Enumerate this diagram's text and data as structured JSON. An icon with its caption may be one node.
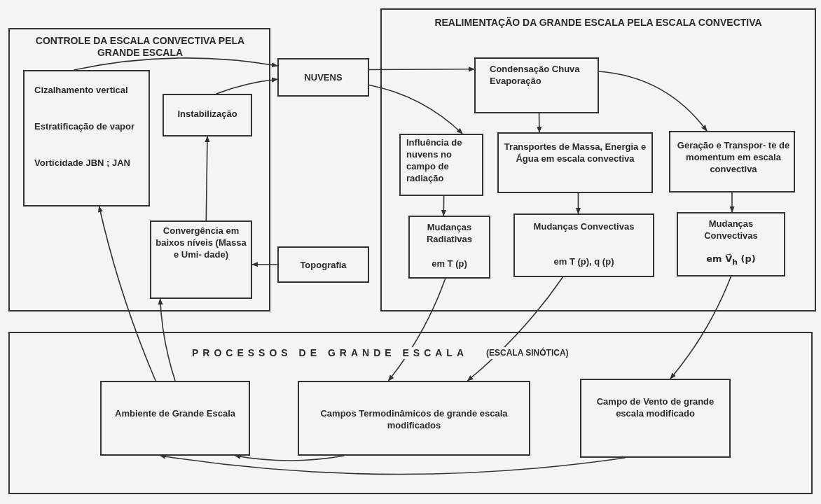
{
  "diagram": {
    "nodes": [
      {
        "text": [
          "CONTROLE DA ESCALA CONVECTIVA PELA GRANDE ESCALA"
        ]
      },
      {
        "text": [
          "Cizalhamento vertical",
          "Estratificação de vapor",
          "Vorticidade JBN ; JAN"
        ],
        "in": 0
      },
      {
        "text": [
          "Instabilização"
        ],
        "in": 0
      },
      {
        "text": [
          "Convergência em baixos níveis (Massa e Umi- dade)"
        ],
        "in": 0
      },
      {
        "text": [
          "NUVENS"
        ]
      },
      {
        "text": [
          "Topografia"
        ]
      },
      {
        "text": [
          "REALIMENTAÇÃO DA GRANDE ESCALA PELA ESCALA CONVECTIVA"
        ]
      },
      {
        "text": [
          "Condensação Chuva Evaporação"
        ],
        "in": 6
      },
      {
        "text": [
          "Influência de nuvens no campo de radiação"
        ],
        "in": 6
      },
      {
        "text": [
          "Transportes de Massa, Energia e Água em escala convectiva"
        ],
        "in": 6
      },
      {
        "text": [
          "Geração e Transpor- te de momentum em escala convectiva"
        ],
        "in": 6
      },
      {
        "text": [
          "Mudanças Radiativas",
          "em T (p)"
        ],
        "in": 6
      },
      {
        "text": [
          "Mudanças Convectivas",
          "em T (p),  q (p)"
        ],
        "in": 6
      },
      {
        "text": [
          "Mudanças Convectivas",
          "em V⃗$_{h}$ (p)"
        ],
        "in": 6
      },
      {
        "text": [
          "PROCESSOS DE GRANDE ESCALA",
          "(ESCALA SINÓTICA)"
        ]
      },
      {
        "text": [
          "Ambiente de Grande Escala"
        ],
        "in": 14
      },
      {
        "text": [
          "Campos Termodinâmicos de grande escala modificados"
        ],
        "in": 14
      },
      {
        "text": [
          "Campo de Vento de grande escala modificado"
        ],
        "in": 14
      }
    ],
    "edges": [
      {
        "from": 1,
        "to": 4,
        "arrow": "to"
      },
      {
        "from": 2,
        "to": 4,
        "arrow": "to"
      },
      {
        "from": 3,
        "to": 2,
        "arrow": "to"
      },
      {
        "from": 5,
        "to": 3,
        "arrow": "to"
      },
      {
        "from": 4,
        "to": 7,
        "arrow": "to"
      },
      {
        "from": 4,
        "to": 8,
        "arrow": "to"
      },
      {
        "from": 7,
        "to": 9,
        "arrow": "to"
      },
      {
        "from": 7,
        "to": 10,
        "arrow": "to"
      },
      {
        "from": 8,
        "to": 11,
        "arrow": "to"
      },
      {
        "from": 9,
        "to": 12,
        "arrow": "to"
      },
      {
        "from": 10,
        "to": 13,
        "arrow": "to"
      },
      {
        "from": 11,
        "to": 16,
        "arrow": "to"
      },
      {
        "from": 12,
        "to": 16,
        "arrow": "to"
      },
      {
        "from": 13,
        "to": 17,
        "arrow": "to"
      },
      {
        "from": 15,
        "to": 1,
        "arrow": "to"
      },
      {
        "from": 15,
        "to": 3,
        "arrow": "to"
      },
      {
        "from": 16,
        "to": 15,
        "arrow": "to"
      },
      {
        "from": 17,
        "to": 15,
        "arrow": "to"
      }
    ]
  }
}
